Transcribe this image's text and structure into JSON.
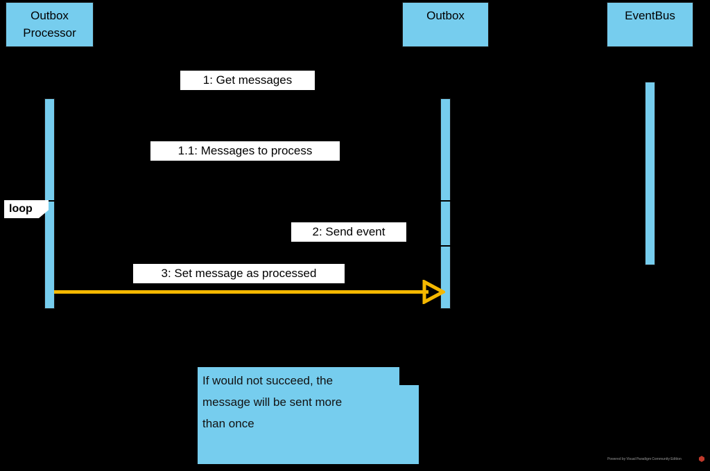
{
  "diagram": {
    "type": "uml-sequence-diagram",
    "background_color": "#000000",
    "accent_blue": "#76CDEE",
    "highlight_yellow": "#F5B800",
    "label_background": "#FFFFFF"
  },
  "participants": [
    {
      "id": "outbox-processor",
      "label": "Outbox\nProcessor"
    },
    {
      "id": "outbox",
      "label": "Outbox"
    },
    {
      "id": "eventbus",
      "label": "EventBus"
    }
  ],
  "fragment": {
    "operator": "loop"
  },
  "messages": [
    {
      "id": "m1",
      "label": "1: Get messages"
    },
    {
      "id": "m1-1",
      "label": "1.1: Messages to process"
    },
    {
      "id": "m2",
      "label": "2: Send event"
    },
    {
      "id": "m3",
      "label": "3: Set message as processed",
      "highlighted": true
    }
  ],
  "note": {
    "text": "If would not succeed, the\nmessage will be sent more\nthan once"
  },
  "watermark": {
    "text": "Powered by Visual Paradigm Community Edition"
  }
}
